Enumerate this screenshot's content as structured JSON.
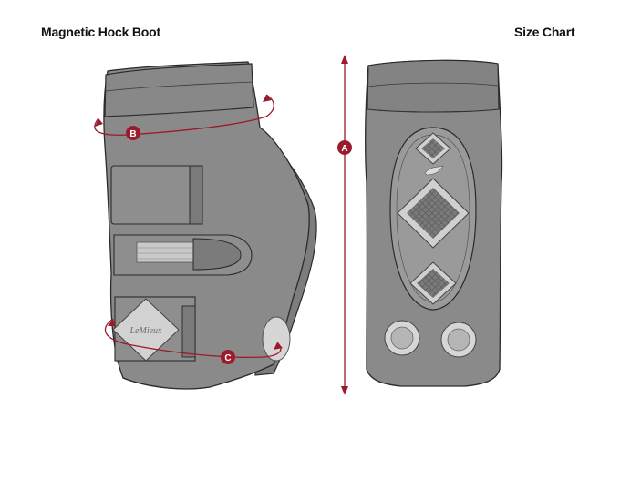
{
  "header": {
    "title": "Magnetic Hock Boot",
    "size_chart": "Size Chart"
  },
  "markers": {
    "a": "A",
    "b": "B",
    "c": "C"
  },
  "brand_label": "LeMieux",
  "colors": {
    "boot_fill": "#8a8a8a",
    "boot_dark": "#6b6b6b",
    "outline": "#2b2b2b",
    "measure": "#9b1b2c"
  }
}
